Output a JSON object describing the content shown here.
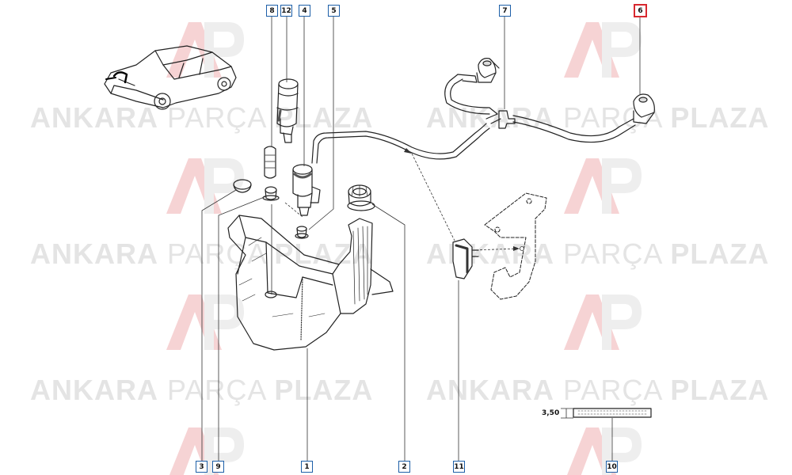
{
  "watermark": {
    "word1": "ANKARA",
    "word2": "PARÇA",
    "word3": "PLAZA",
    "logo": "AP-logo"
  },
  "colors": {
    "callout_border": "#1d5fa8",
    "highlight_border": "#d8282f",
    "line": "#222222"
  },
  "callouts": {
    "c8": "8",
    "c12": "12",
    "c4": "4",
    "c5": "5",
    "c7": "7",
    "c6": "6",
    "c3": "3",
    "c9": "9",
    "c1": "1",
    "c2": "2",
    "c11": "11",
    "c10": "10"
  },
  "highlighted_part": "6",
  "dimension": {
    "value": "3,50"
  }
}
